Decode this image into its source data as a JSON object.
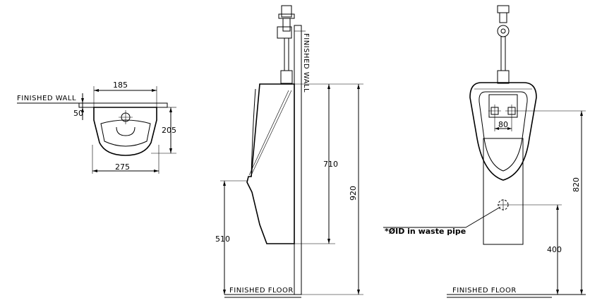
{
  "plan_view": {
    "finished_wall": "FINISHED WALL",
    "dim_width_top": "185",
    "dim_depth_offset": "50",
    "dim_depth": "205",
    "dim_width_bottom": "275"
  },
  "side_view": {
    "finished_wall": "FINISHED WALL",
    "dim_body_height": "710",
    "dim_total_height": "920",
    "dim_lip_height": "510",
    "finished_floor": "FINISHED FLOOR"
  },
  "front_view": {
    "dim_inlet_spacing": "80",
    "dim_total_height": "820",
    "dim_waste_height": "400",
    "waste_pipe_note": "*ØID in waste pipe",
    "finished_floor": "FINISHED FLOOR"
  }
}
